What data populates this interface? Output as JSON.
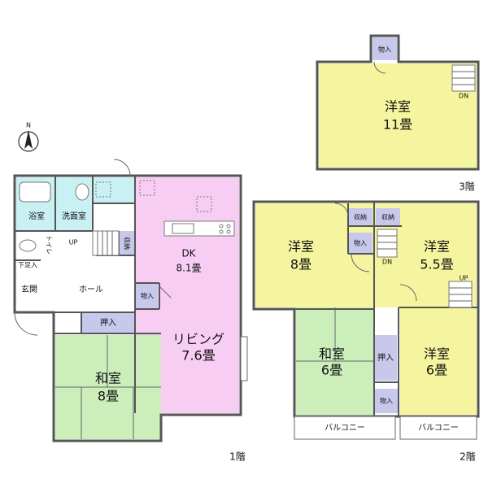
{
  "compass": {
    "north": "N"
  },
  "floor1": {
    "label": "1階",
    "rooms": {
      "bath": "浴室",
      "washroom": "洗面室",
      "toilet": "トイレ",
      "up": "UP",
      "storage": "収納",
      "shoe_storage": "下足入",
      "entrance": "玄関",
      "hall": "ホール",
      "dk_name": "DK",
      "dk_size": "8.1畳",
      "closet_dk": "物入",
      "oshiire": "押入",
      "living_name": "リビング",
      "living_size": "7.6畳",
      "washitsu_name": "和室",
      "washitsu_size": "8畳"
    }
  },
  "floor2": {
    "label": "2階",
    "rooms": {
      "yoshitsu_a_name": "洋室",
      "yoshitsu_a_size": "8畳",
      "storage_1": "収納",
      "storage_2": "収納",
      "closet_mid": "物入",
      "dn": "DN",
      "up": "UP",
      "yoshitsu_b_name": "洋室",
      "yoshitsu_b_size": "5.5畳",
      "washitsu_name": "和室",
      "washitsu_size": "6畳",
      "oshiire": "押入",
      "closet_low": "物入",
      "yoshitsu_c_name": "洋室",
      "yoshitsu_c_size": "6畳",
      "balcony_1": "バルコニー",
      "balcony_2": "バルコニー"
    }
  },
  "floor3": {
    "label": "3階",
    "rooms": {
      "closet": "物入",
      "dn": "DN",
      "yoshitsu_name": "洋室",
      "yoshitsu_size": "11畳"
    }
  },
  "colors": {
    "yoshitsu": "#f6f59f",
    "washitsu": "#cbeebb",
    "living": "#f8cdf3",
    "wet": "#c9f0f3",
    "closet": "#c8c8ec",
    "hall": "#ffffff",
    "wall": "#555555"
  }
}
